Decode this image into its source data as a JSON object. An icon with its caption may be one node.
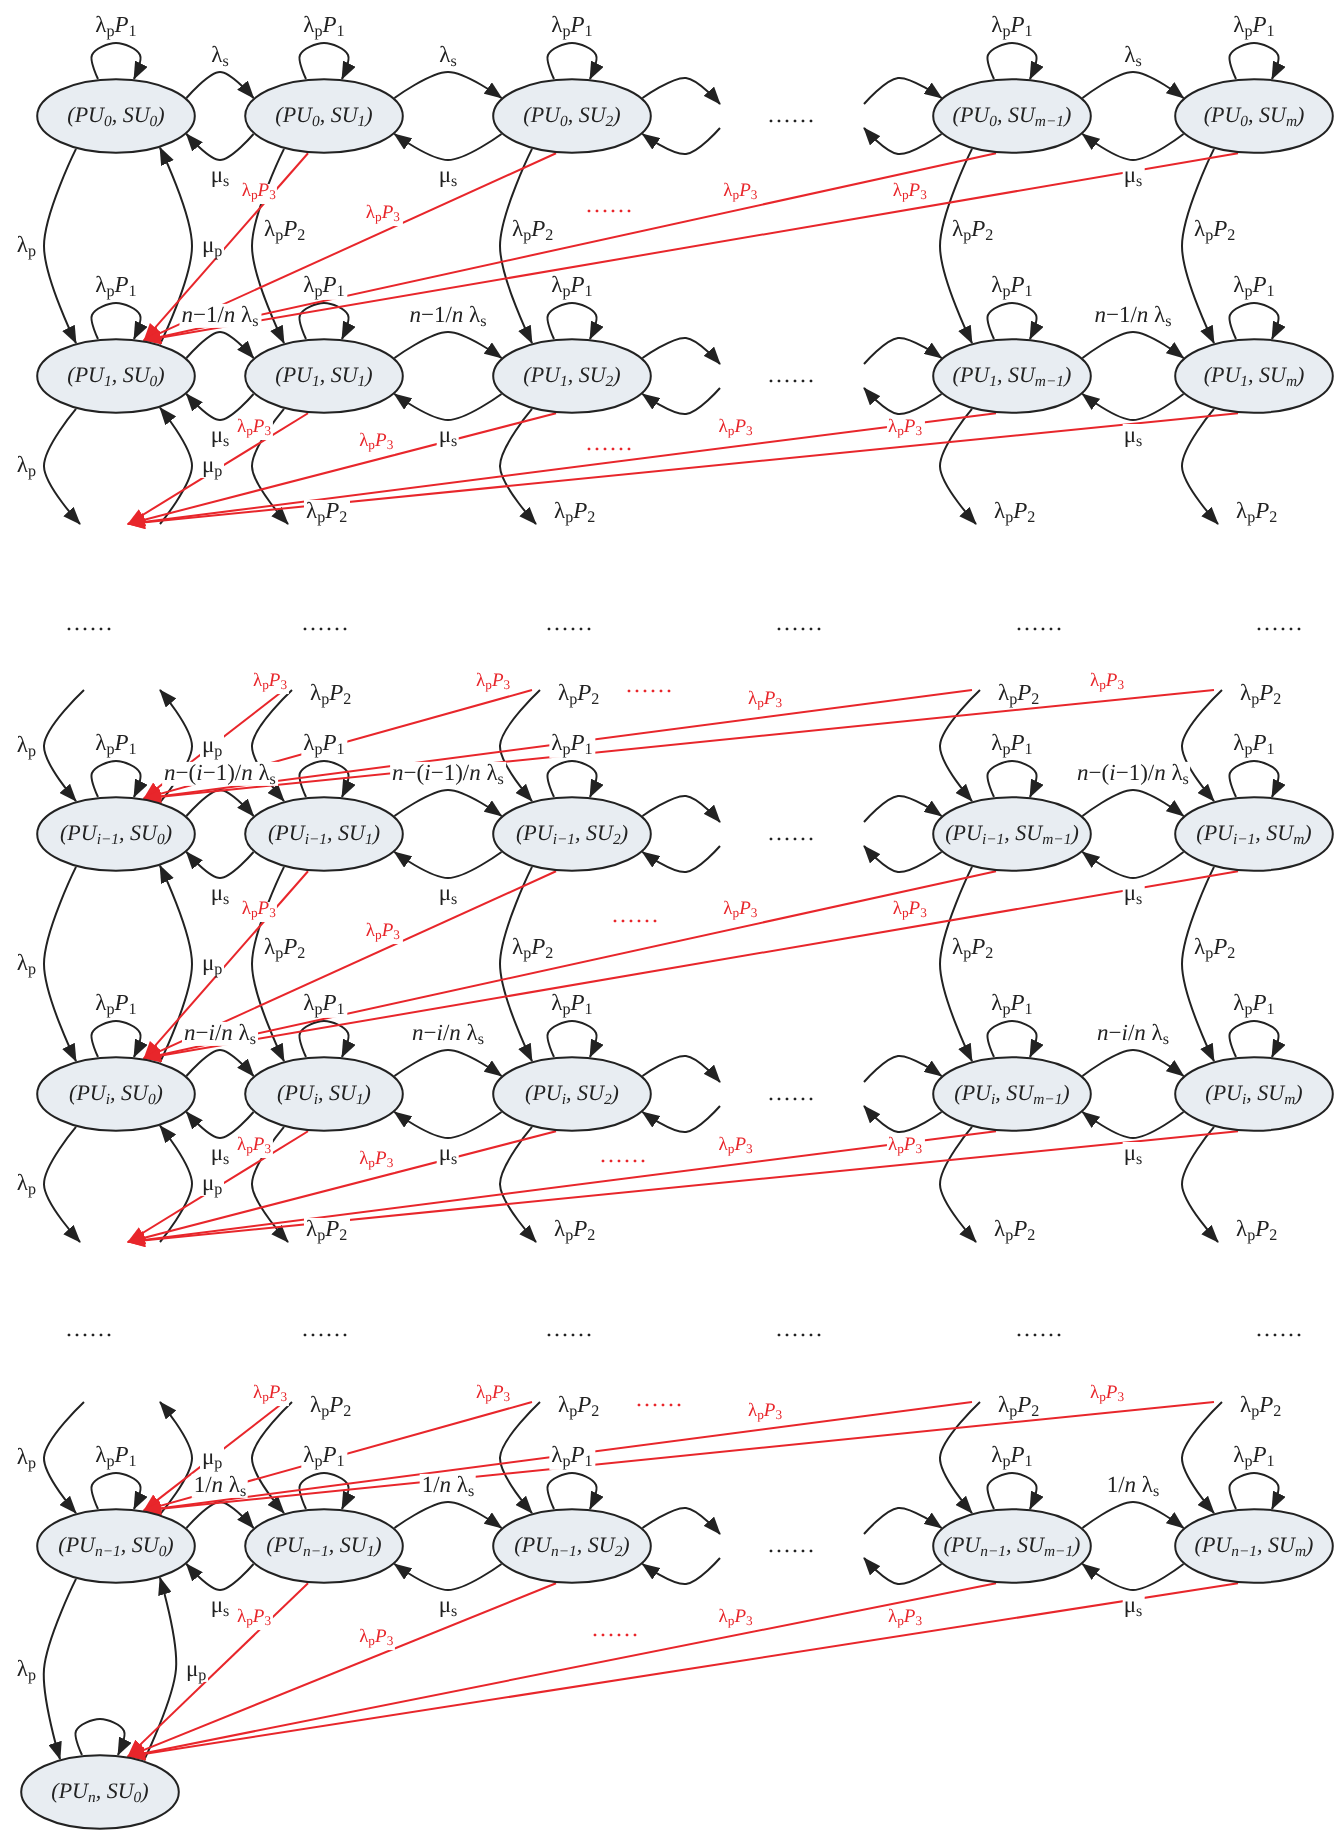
{
  "diagram": {
    "nodes": [
      {
        "text": [
          "(PU$_{0}$, SU$_{0}$)"
        ]
      },
      {
        "text": [
          "(PU$_{0}$, SU$_{1}$)"
        ]
      },
      {
        "text": [
          "(PU$_{0}$, SU$_{2}$)"
        ]
      },
      {
        "text": [
          "(PU$_{0}$, SU$_{m−1}$)"
        ]
      },
      {
        "text": [
          "(PU$_{0}$, SU$_{m}$)"
        ]
      },
      {
        "text": [
          "(PU$_{1}$, SU$_{0}$)"
        ]
      },
      {
        "text": [
          "(PU$_{1}$, SU$_{1}$)"
        ]
      },
      {
        "text": [
          "(PU$_{1}$, SU$_{2}$)"
        ]
      },
      {
        "text": [
          "(PU$_{1}$, SU$_{m−1}$)"
        ]
      },
      {
        "text": [
          "(PU$_{1}$, SU$_{m}$)"
        ]
      },
      {
        "text": [
          "(PU$_{i−1}$, SU$_{0}$)"
        ]
      },
      {
        "text": [
          "(PU$_{i−1}$, SU$_{1}$)"
        ]
      },
      {
        "text": [
          "(PU$_{i−1}$, SU$_{2}$)"
        ]
      },
      {
        "text": [
          "(PU$_{i−1}$, SU$_{m−1}$)"
        ]
      },
      {
        "text": [
          "(PU$_{i−1}$, SU$_{m}$)"
        ]
      },
      {
        "text": [
          "(PU$_{i}$, SU$_{0}$)"
        ]
      },
      {
        "text": [
          "(PU$_{i}$, SU$_{1}$)"
        ]
      },
      {
        "text": [
          "(PU$_{i}$, SU$_{2}$)"
        ]
      },
      {
        "text": [
          "(PU$_{i}$, SU$_{m−1}$)"
        ]
      },
      {
        "text": [
          "(PU$_{i}$, SU$_{m}$)"
        ]
      },
      {
        "text": [
          "(PU$_{n−1}$, SU$_{0}$)"
        ]
      },
      {
        "text": [
          "(PU$_{n−1}$, SU$_{1}$)"
        ]
      },
      {
        "text": [
          "(PU$_{n−1}$, SU$_{2}$)"
        ]
      },
      {
        "text": [
          "(PU$_{n−1}$, SU$_{m−1}$)"
        ]
      },
      {
        "text": [
          "(PU$_{n−1}$, SU$_{m}$)"
        ]
      },
      {
        "text": [
          "(PU$_{n}$, SU$_{0}$)"
        ]
      }
    ],
    "edges": [
      {
        "from": 0,
        "to": 0,
        "arrow": "to",
        "label": "λ$_{p}$*P*$_{1}$"
      },
      {
        "from": 1,
        "to": 1,
        "arrow": "to",
        "label": "λ$_{p}$*P*$_{1}$"
      },
      {
        "from": 2,
        "to": 2,
        "arrow": "to",
        "label": "λ$_{p}$*P*$_{1}$"
      },
      {
        "from": 3,
        "to": 3,
        "arrow": "to",
        "label": "λ$_{p}$*P*$_{1}$"
      },
      {
        "from": 4,
        "to": 4,
        "arrow": "to",
        "label": "λ$_{p}$*P*$_{1}$"
      },
      {
        "from": 0,
        "to": 1,
        "arrow": "to",
        "label": "λ$_{s}$"
      },
      {
        "from": 1,
        "to": 0,
        "arrow": "to",
        "label": "μ$_{s}$"
      },
      {
        "from": 1,
        "to": 2,
        "arrow": "to",
        "label": "λ$_{s}$"
      },
      {
        "from": 2,
        "to": 1,
        "arrow": "to",
        "label": "μ$_{s}$"
      },
      {
        "from": 2,
        "to": null,
        "arrow": "to"
      },
      {
        "from": null,
        "to": 2,
        "arrow": "to"
      },
      {
        "from": null,
        "to": 3,
        "arrow": "to"
      },
      {
        "from": 3,
        "to": null,
        "arrow": "to"
      },
      {
        "from": 3,
        "to": 4,
        "arrow": "to",
        "label": "λ$_{s}$"
      },
      {
        "from": 4,
        "to": 3,
        "arrow": "to",
        "label": "μ$_{s}$"
      },
      {
        "from": 5,
        "to": 5,
        "arrow": "to",
        "label": "λ$_{p}$*P*$_{1}$"
      },
      {
        "from": 6,
        "to": 6,
        "arrow": "to",
        "label": "λ$_{p}$*P*$_{1}$"
      },
      {
        "from": 7,
        "to": 7,
        "arrow": "to",
        "label": "λ$_{p}$*P*$_{1}$"
      },
      {
        "from": 8,
        "to": 8,
        "arrow": "to",
        "label": "λ$_{p}$*P*$_{1}$"
      },
      {
        "from": 9,
        "to": 9,
        "arrow": "to",
        "label": "λ$_{p}$*P*$_{1}$"
      },
      {
        "from": 5,
        "to": 6,
        "arrow": "to",
        "label": "*n*−1/*n* λ$_{s}$"
      },
      {
        "from": 6,
        "to": 5,
        "arrow": "to",
        "label": "μ$_{s}$"
      },
      {
        "from": 6,
        "to": 7,
        "arrow": "to",
        "label": "*n*−1/*n* λ$_{s}$"
      },
      {
        "from": 7,
        "to": 6,
        "arrow": "to",
        "label": "μ$_{s}$"
      },
      {
        "from": 7,
        "to": null,
        "arrow": "to"
      },
      {
        "from": null,
        "to": 7,
        "arrow": "to"
      },
      {
        "from": null,
        "to": 8,
        "arrow": "to"
      },
      {
        "from": 8,
        "to": null,
        "arrow": "to"
      },
      {
        "from": 8,
        "to": 9,
        "arrow": "to",
        "label": "*n*−1/*n* λ$_{s}$"
      },
      {
        "from": 9,
        "to": 8,
        "arrow": "to",
        "label": "μ$_{s}$"
      },
      {
        "from": 10,
        "to": 10,
        "arrow": "to",
        "label": "λ$_{p}$*P*$_{1}$"
      },
      {
        "from": 11,
        "to": 11,
        "arrow": "to",
        "label": "λ$_{p}$*P*$_{1}$"
      },
      {
        "from": 12,
        "to": 12,
        "arrow": "to",
        "label": "λ$_{p}$*P*$_{1}$"
      },
      {
        "from": 13,
        "to": 13,
        "arrow": "to",
        "label": "λ$_{p}$*P*$_{1}$"
      },
      {
        "from": 14,
        "to": 14,
        "arrow": "to",
        "label": "λ$_{p}$*P*$_{1}$"
      },
      {
        "from": 10,
        "to": 11,
        "arrow": "to",
        "label": "*n*−(*i*−1)/*n* λ$_{s}$"
      },
      {
        "from": 11,
        "to": 10,
        "arrow": "to",
        "label": "μ$_{s}$"
      },
      {
        "from": 11,
        "to": 12,
        "arrow": "to",
        "label": "*n*−(*i*−1)/*n* λ$_{s}$"
      },
      {
        "from": 12,
        "to": 11,
        "arrow": "to",
        "label": "μ$_{s}$"
      },
      {
        "from": 12,
        "to": null,
        "arrow": "to"
      },
      {
        "from": null,
        "to": 12,
        "arrow": "to"
      },
      {
        "from": null,
        "to": 13,
        "arrow": "to"
      },
      {
        "from": 13,
        "to": null,
        "arrow": "to"
      },
      {
        "from": 13,
        "to": 14,
        "arrow": "to",
        "label": "*n*−(*i*−1)/*n* λ$_{s}$"
      },
      {
        "from": 14,
        "to": 13,
        "arrow": "to",
        "label": "μ$_{s}$"
      },
      {
        "from": 15,
        "to": 15,
        "arrow": "to",
        "label": "λ$_{p}$*P*$_{1}$"
      },
      {
        "from": 16,
        "to": 16,
        "arrow": "to",
        "label": "λ$_{p}$*P*$_{1}$"
      },
      {
        "from": 17,
        "to": 17,
        "arrow": "to",
        "label": "λ$_{p}$*P*$_{1}$"
      },
      {
        "from": 18,
        "to": 18,
        "arrow": "to",
        "label": "λ$_{p}$*P*$_{1}$"
      },
      {
        "from": 19,
        "to": 19,
        "arrow": "to",
        "label": "λ$_{p}$*P*$_{1}$"
      },
      {
        "from": 15,
        "to": 16,
        "arrow": "to",
        "label": "*n*−*i*/*n* λ$_{s}$"
      },
      {
        "from": 16,
        "to": 15,
        "arrow": "to",
        "label": "μ$_{s}$"
      },
      {
        "from": 16,
        "to": 17,
        "arrow": "to",
        "label": "*n*−*i*/*n* λ$_{s}$"
      },
      {
        "from": 17,
        "to": 16,
        "arrow": "to",
        "label": "μ$_{s}$"
      },
      {
        "from": 17,
        "to": null,
        "arrow": "to"
      },
      {
        "from": null,
        "to": 17,
        "arrow": "to"
      },
      {
        "from": null,
        "to": 18,
        "arrow": "to"
      },
      {
        "from": 18,
        "to": null,
        "arrow": "to"
      },
      {
        "from": 18,
        "to": 19,
        "arrow": "to",
        "label": "*n*−*i*/*n* λ$_{s}$"
      },
      {
        "from": 19,
        "to": 18,
        "arrow": "to",
        "label": "μ$_{s}$"
      },
      {
        "from": 20,
        "to": 20,
        "arrow": "to",
        "label": "λ$_{p}$*P*$_{1}$"
      },
      {
        "from": 21,
        "to": 21,
        "arrow": "to",
        "label": "λ$_{p}$*P*$_{1}$"
      },
      {
        "from": 22,
        "to": 22,
        "arrow": "to",
        "label": "λ$_{p}$*P*$_{1}$"
      },
      {
        "from": 23,
        "to": 23,
        "arrow": "to",
        "label": "λ$_{p}$*P*$_{1}$"
      },
      {
        "from": 24,
        "to": 24,
        "arrow": "to",
        "label": "λ$_{p}$*P*$_{1}$"
      },
      {
        "from": 20,
        "to": 21,
        "arrow": "to",
        "label": "1/*n* λ$_{s}$"
      },
      {
        "from": 21,
        "to": 20,
        "arrow": "to",
        "label": "μ$_{s}$"
      },
      {
        "from": 21,
        "to": 22,
        "arrow": "to",
        "label": "1/*n* λ$_{s}$"
      },
      {
        "from": 22,
        "to": 21,
        "arrow": "to",
        "label": "μ$_{s}$"
      },
      {
        "from": 22,
        "to": null,
        "arrow": "to"
      },
      {
        "from": null,
        "to": 22,
        "arrow": "to"
      },
      {
        "from": null,
        "to": 23,
        "arrow": "to"
      },
      {
        "from": 23,
        "to": null,
        "arrow": "to"
      },
      {
        "from": 23,
        "to": 24,
        "arrow": "to",
        "label": "1/*n* λ$_{s}$"
      },
      {
        "from": 24,
        "to": 23,
        "arrow": "to",
        "label": "μ$_{s}$"
      },
      {
        "from": 25,
        "to": 25,
        "arrow": "to"
      },
      {
        "from": 0,
        "to": 5,
        "arrow": "to",
        "label": "λ$_{p}$"
      },
      {
        "from": 5,
        "to": 0,
        "arrow": "to",
        "label": "μ$_{p}$"
      },
      {
        "from": 1,
        "to": 6,
        "arrow": "to",
        "label": "λ$_{p}$*P*$_{2}$"
      },
      {
        "from": 2,
        "to": 7,
        "arrow": "to",
        "label": "λ$_{p}$*P*$_{2}$"
      },
      {
        "from": 3,
        "to": 8,
        "arrow": "to",
        "label": "λ$_{p}$*P*$_{2}$"
      },
      {
        "from": 4,
        "to": 9,
        "arrow": "to",
        "label": "λ$_{p}$*P*$_{2}$"
      },
      {
        "from": 1,
        "to": 5,
        "arrow": "to",
        "label": "λ$_{p}$*P*$_{3}$",
        "color": "#e8262b"
      },
      {
        "from": 2,
        "to": 5,
        "arrow": "to",
        "label": "λ$_{p}$*P*$_{3}$",
        "color": "#e8262b"
      },
      {
        "from": 3,
        "to": 5,
        "arrow": "to",
        "label": "λ$_{p}$*P*$_{3}$",
        "color": "#e8262b"
      },
      {
        "from": 4,
        "to": 5,
        "arrow": "to",
        "label": "λ$_{p}$*P*$_{3}$",
        "color": "#e8262b"
      },
      {
        "from": 5,
        "to": null,
        "arrow": "to",
        "label": "λ$_{p}$"
      },
      {
        "from": null,
        "to": 5,
        "arrow": "to",
        "label": "μ$_{p}$"
      },
      {
        "from": 6,
        "to": null,
        "arrow": "to",
        "label": "λ$_{p}$*P*$_{2}$"
      },
      {
        "from": 7,
        "to": null,
        "arrow": "to",
        "label": "λ$_{p}$*P*$_{2}$"
      },
      {
        "from": 8,
        "to": null,
        "arrow": "to",
        "label": "λ$_{p}$*P*$_{2}$"
      },
      {
        "from": 9,
        "to": null,
        "arrow": "to",
        "label": "λ$_{p}$*P*$_{2}$"
      },
      {
        "from": 6,
        "to": null,
        "arrow": "to",
        "label": "λ$_{p}$*P*$_{3}$",
        "color": "#e8262b"
      },
      {
        "from": 7,
        "to": null,
        "arrow": "to",
        "label": "λ$_{p}$*P*$_{3}$",
        "color": "#e8262b"
      },
      {
        "from": 8,
        "to": null,
        "arrow": "to",
        "label": "λ$_{p}$*P*$_{3}$",
        "color": "#e8262b"
      },
      {
        "from": 9,
        "to": null,
        "arrow": "to",
        "label": "λ$_{p}$*P*$_{3}$",
        "color": "#e8262b"
      },
      {
        "from": null,
        "to": 10,
        "arrow": "to",
        "label": "λ$_{p}$"
      },
      {
        "from": 10,
        "to": null,
        "arrow": "to",
        "label": "μ$_{p}$"
      },
      {
        "from": null,
        "to": 11,
        "arrow": "to",
        "label": "λ$_{p}$*P*$_{2}$"
      },
      {
        "from": null,
        "to": 12,
        "arrow": "to",
        "label": "λ$_{p}$*P*$_{2}$"
      },
      {
        "from": null,
        "to": 13,
        "arrow": "to",
        "label": "λ$_{p}$*P*$_{2}$"
      },
      {
        "from": null,
        "to": 14,
        "arrow": "to",
        "label": "λ$_{p}$*P*$_{2}$"
      },
      {
        "from": null,
        "to": 10,
        "arrow": "to",
        "label": "λ$_{p}$*P*$_{3}$",
        "color": "#e8262b"
      },
      {
        "from": null,
        "to": 10,
        "arrow": "to",
        "label": "λ$_{p}$*P*$_{3}$",
        "color": "#e8262b"
      },
      {
        "from": null,
        "to": 10,
        "arrow": "to",
        "label": "λ$_{p}$*P*$_{3}$",
        "color": "#e8262b"
      },
      {
        "from": null,
        "to": 10,
        "arrow": "to",
        "label": "λ$_{p}$*P*$_{3}$",
        "color": "#e8262b"
      },
      {
        "from": 10,
        "to": 15,
        "arrow": "to",
        "label": "λ$_{p}$"
      },
      {
        "from": 15,
        "to": 10,
        "arrow": "to",
        "label": "μ$_{p}$"
      },
      {
        "from": 11,
        "to": 16,
        "arrow": "to",
        "label": "λ$_{p}$*P*$_{2}$"
      },
      {
        "from": 12,
        "to": 17,
        "arrow": "to",
        "label": "λ$_{p}$*P*$_{2}$"
      },
      {
        "from": 13,
        "to": 18,
        "arrow": "to",
        "label": "λ$_{p}$*P*$_{2}$"
      },
      {
        "from": 14,
        "to": 19,
        "arrow": "to",
        "label": "λ$_{p}$*P*$_{2}$"
      },
      {
        "from": 11,
        "to": 15,
        "arrow": "to",
        "label": "λ$_{p}$*P*$_{3}$",
        "color": "#e8262b"
      },
      {
        "from": 12,
        "to": 15,
        "arrow": "to",
        "label": "λ$_{p}$*P*$_{3}$",
        "color": "#e8262b"
      },
      {
        "from": 13,
        "to": 15,
        "arrow": "to",
        "label": "λ$_{p}$*P*$_{3}$",
        "color": "#e8262b"
      },
      {
        "from": 14,
        "to": 15,
        "arrow": "to",
        "label": "λ$_{p}$*P*$_{3}$",
        "color": "#e8262b"
      },
      {
        "from": 15,
        "to": null,
        "arrow": "to",
        "label": "λ$_{p}$"
      },
      {
        "from": null,
        "to": 15,
        "arrow": "to",
        "label": "μ$_{p}$"
      },
      {
        "from": 16,
        "to": null,
        "arrow": "to",
        "label": "λ$_{p}$*P*$_{2}$"
      },
      {
        "from": 17,
        "to": null,
        "arrow": "to",
        "label": "λ$_{p}$*P*$_{2}$"
      },
      {
        "from": 18,
        "to": null,
        "arrow": "to",
        "label": "λ$_{p}$*P*$_{2}$"
      },
      {
        "from": 19,
        "to": null,
        "arrow": "to",
        "label": "λ$_{p}$*P*$_{2}$"
      },
      {
        "from": 16,
        "to": null,
        "arrow": "to",
        "label": "λ$_{p}$*P*$_{3}$",
        "color": "#e8262b"
      },
      {
        "from": 17,
        "to": null,
        "arrow": "to",
        "label": "λ$_{p}$*P*$_{3}$",
        "color": "#e8262b"
      },
      {
        "from": 18,
        "to": null,
        "arrow": "to",
        "label": "λ$_{p}$*P*$_{3}$",
        "color": "#e8262b"
      },
      {
        "from": 19,
        "to": null,
        "arrow": "to",
        "label": "λ$_{p}$*P*$_{3}$",
        "color": "#e8262b"
      },
      {
        "from": null,
        "to": 20,
        "arrow": "to",
        "label": "λ$_{p}$"
      },
      {
        "from": 20,
        "to": null,
        "arrow": "to",
        "label": "μ$_{p}$"
      },
      {
        "from": null,
        "to": 21,
        "arrow": "to",
        "label": "λ$_{p}$*P*$_{2}$"
      },
      {
        "from": null,
        "to": 22,
        "arrow": "to",
        "label": "λ$_{p}$*P*$_{2}$"
      },
      {
        "from": null,
        "to": 23,
        "arrow": "to",
        "label": "λ$_{p}$*P*$_{2}$"
      },
      {
        "from": null,
        "to": 24,
        "arrow": "to",
        "label": "λ$_{p}$*P*$_{2}$"
      },
      {
        "from": null,
        "to": 20,
        "arrow": "to",
        "label": "λ$_{p}$*P*$_{3}$",
        "color": "#e8262b"
      },
      {
        "from": null,
        "to": 20,
        "arrow": "to",
        "label": "λ$_{p}$*P*$_{3}$",
        "color": "#e8262b"
      },
      {
        "from": null,
        "to": 20,
        "arrow": "to",
        "label": "λ$_{p}$*P*$_{3}$",
        "color": "#e8262b"
      },
      {
        "from": null,
        "to": 20,
        "arrow": "to",
        "label": "λ$_{p}$*P*$_{3}$",
        "color": "#e8262b"
      },
      {
        "from": 20,
        "to": 25,
        "arrow": "to",
        "label": "λ$_{p}$"
      },
      {
        "from": 25,
        "to": 20,
        "arrow": "to",
        "label": "μ$_{p}$"
      },
      {
        "from": 21,
        "to": 25,
        "arrow": "to",
        "label": "λ$_{p}$*P*$_{3}$",
        "color": "#e8262b"
      },
      {
        "from": 22,
        "to": 25,
        "arrow": "to",
        "label": "λ$_{p}$*P*$_{3}$",
        "color": "#e8262b"
      },
      {
        "from": 23,
        "to": 25,
        "arrow": "to",
        "label": "λ$_{p}$*P*$_{3}$",
        "color": "#e8262b"
      },
      {
        "from": 24,
        "to": 25,
        "arrow": "to",
        "label": "λ$_{p}$*P*$_{3}$",
        "color": "#e8262b"
      }
    ],
    "labels": [
      "......",
      "......",
      "......",
      "......",
      "......",
      "......",
      "......",
      "......",
      "......",
      "......",
      "......",
      "......",
      "......",
      "......",
      "......",
      "......",
      "......",
      "......",
      "......",
      "......",
      "......",
      "......",
      "......",
      "......"
    ]
  }
}
